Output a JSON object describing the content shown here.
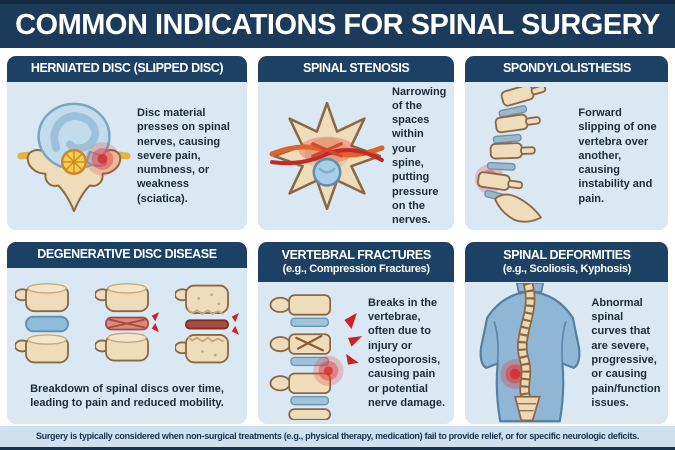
{
  "title": "COMMON INDICATIONS FOR SPINAL SURGERY",
  "panels": [
    {
      "id": "herniated-disc",
      "heading": "HERNIATED DISC (SLIPPED DISC)",
      "subheading": "",
      "description": "Disc material presses on spinal nerves, causing severe pain, numbness, or weakness (sciatica).",
      "illustration": "herniated-disc-axial-vertebra-illustration"
    },
    {
      "id": "spinal-stenosis",
      "heading": "SPINAL STENOSIS",
      "subheading": "",
      "description": "Narrowing of the spaces within your spine, putting pressure on the nerves.",
      "illustration": "spinal-stenosis-compressed-nerves-illustration"
    },
    {
      "id": "spondylolisthesis",
      "heading": "SPONDYLOLISTHESIS",
      "subheading": "",
      "description": "Forward slipping of one vertebra over another, causing instability and pain.",
      "illustration": "spondylolisthesis-slipped-vertebra-illustration"
    },
    {
      "id": "degenerative-disc-disease",
      "heading": "DEGENERATIVE DISC DISEASE",
      "subheading": "",
      "description": "Breakdown of spinal discs over time, leading to pain and reduced mobility.",
      "illustration": "disc-degeneration-stages-illustration"
    },
    {
      "id": "vertebral-fractures",
      "heading": "VERTEBRAL FRACTURES",
      "subheading": "(e.g., Compression Fractures)",
      "description": "Breaks in the vertebrae, often due to injury or osteoporosis, causing pain or potential nerve damage.",
      "illustration": "vertebral-fracture-spine-illustration"
    },
    {
      "id": "spinal-deformities",
      "heading": "SPINAL DEFORMITIES",
      "subheading": "(e.g., Scoliosis, Kyphosis)",
      "description": "Abnormal spinal curves that are severe, progressive, or causing pain/function issues.",
      "illustration": "scoliosis-torso-spine-illustration"
    }
  ],
  "footer": {
    "note": "Surgery is typically considered when non-surgical treatments (e.g., physical therapy, medication) fail to provide relief, or for specific neurologic deficits."
  },
  "colors": {
    "navy_header": "#1d4164",
    "title_band": "#1c3a59",
    "panel_bg": "#d9e8f2",
    "footer_bg": "#cfe1ee",
    "alert_red": "#d32f2f",
    "bone_tan": "#eedcba",
    "disc_blue": "#a9cfe8",
    "body_blue": "#8fb6d5"
  }
}
